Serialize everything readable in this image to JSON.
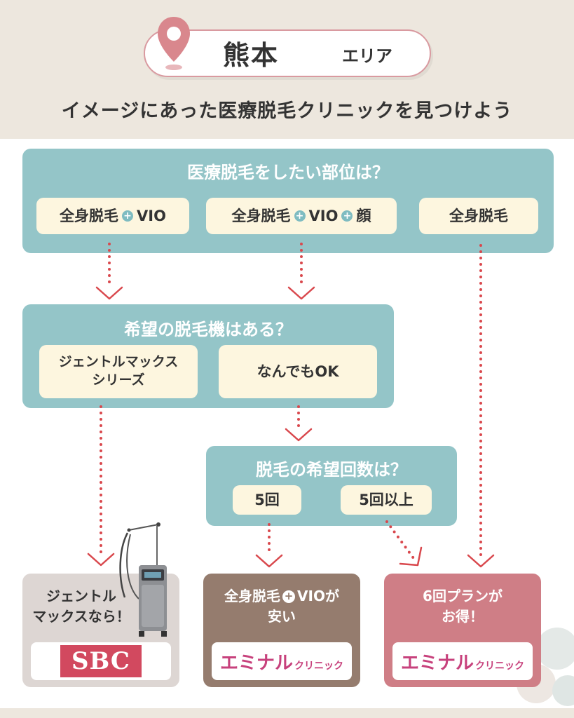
{
  "header": {
    "area_name": "熊本",
    "area_suffix": "エリア",
    "headline": "イメージにあった医療脱毛クリニックを見つけよう"
  },
  "q1": {
    "title": "医療脱毛をしたい部位は？",
    "options": [
      {
        "parts": [
          "全身脱毛",
          "VIO"
        ]
      },
      {
        "parts": [
          "全身脱毛",
          "VIO",
          "顔"
        ]
      },
      {
        "parts": [
          "全身脱毛"
        ]
      }
    ]
  },
  "q2": {
    "title": "希望の脱毛機はある？",
    "options": [
      "ジェントルマックス\nシリーズ",
      "なんでもOK"
    ]
  },
  "q3": {
    "title": "脱毛の希望回数は？",
    "options": [
      "5回",
      "5回以上"
    ]
  },
  "results": [
    {
      "text": "ジェントル\nマックスなら！",
      "logo": "SBC"
    },
    {
      "text_part1": "全身脱毛",
      "text_part2": "VIOが",
      "text_line2": "安い",
      "logo": "エミナル",
      "logo_small": "クリニック"
    },
    {
      "text": "6回プランが\nお得！",
      "logo": "エミナル",
      "logo_small": "クリニック"
    }
  ],
  "colors": {
    "teal_panel": "#94c5c8",
    "cream_option": "#fdf6df",
    "brown_card": "#957c6e",
    "pink_card": "#cf7e86",
    "grey_card": "#ddd6d3",
    "arrow_red": "#d9484d",
    "sbc_red": "#d2495f",
    "eminal_pink": "#c7417c"
  },
  "icons": {
    "pin": "map-pin-icon",
    "plus": "plus-icon",
    "device": "laser-device-icon"
  }
}
